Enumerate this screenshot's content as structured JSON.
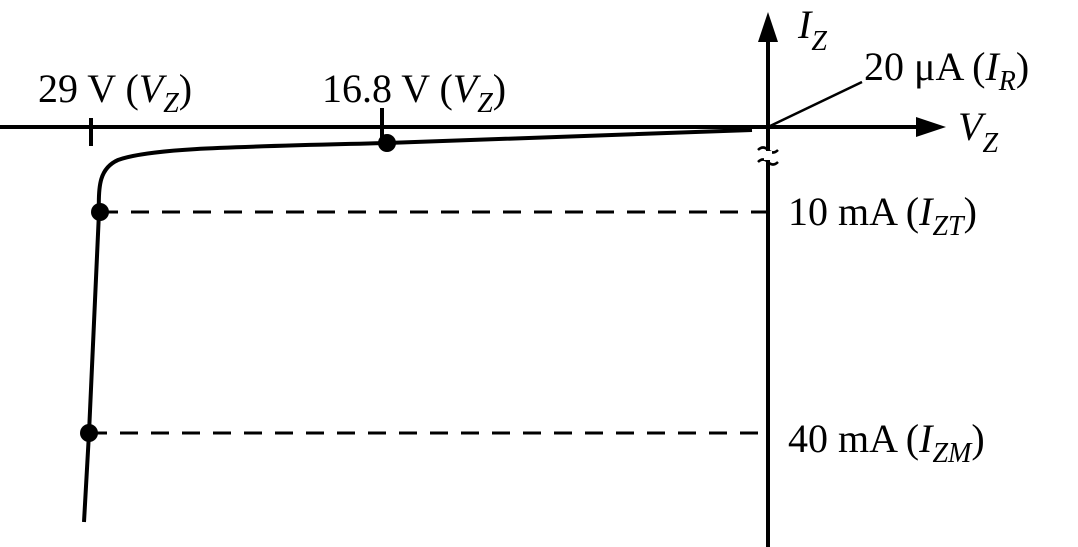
{
  "labels": {
    "y_axis": {
      "main": "I",
      "sub": "Z"
    },
    "x_axis": {
      "main": "V",
      "sub": "Z"
    },
    "leakage": {
      "value": "20 μA (",
      "main": "I",
      "sub": "R",
      "close": ")"
    },
    "vz_29": {
      "value": "29 V (",
      "main": "V",
      "sub": "Z",
      "close": ")"
    },
    "vz_168": {
      "value": "16.8 V (",
      "main": "V",
      "sub": "Z",
      "close": ")"
    },
    "izt": {
      "value": "10 mA (",
      "main": "I",
      "sub": "ZT",
      "close": ")"
    },
    "izm": {
      "value": "40 mA (",
      "main": "I",
      "sub": "ZM",
      "close": ")"
    }
  },
  "colors": {
    "ink": "#000000",
    "background": "#ffffff"
  }
}
